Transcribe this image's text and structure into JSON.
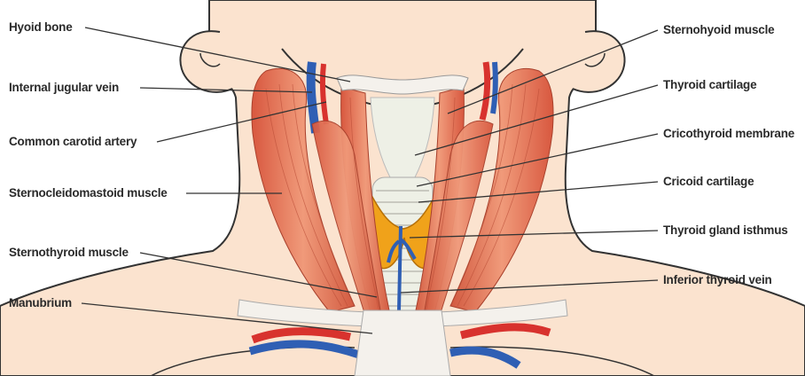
{
  "labels": {
    "hyoid_bone": "Hyoid bone",
    "internal_jugular_vein": "Internal jugular vein",
    "common_carotid_artery": "Common carotid artery",
    "sternocleidomastoid_muscle": "Sternocleidomastoid muscle",
    "sternothyroid_muscle": "Sternothyroid muscle",
    "manubrium": "Manubrium",
    "sternohyoid_muscle": "Sternohyoid muscle",
    "thyroid_cartilage": "Thyroid cartilage",
    "cricothyroid_membrane": "Cricothyroid membrane",
    "cricoid_cartilage": "Cricoid cartilage",
    "thyroid_gland_isthmus": "Thyroid gland isthmus",
    "inferior_thyroid_vein": "Inferior thyroid vein"
  },
  "colors": {
    "skin": "#fbe3cf",
    "outline": "#333333",
    "muscle": "#e9795a",
    "muscle_dark": "#c9503a",
    "bone": "#f4f1ec",
    "thyroid": "#f0a21a",
    "vein": "#2f5fb4",
    "artery": "#d8322e"
  }
}
